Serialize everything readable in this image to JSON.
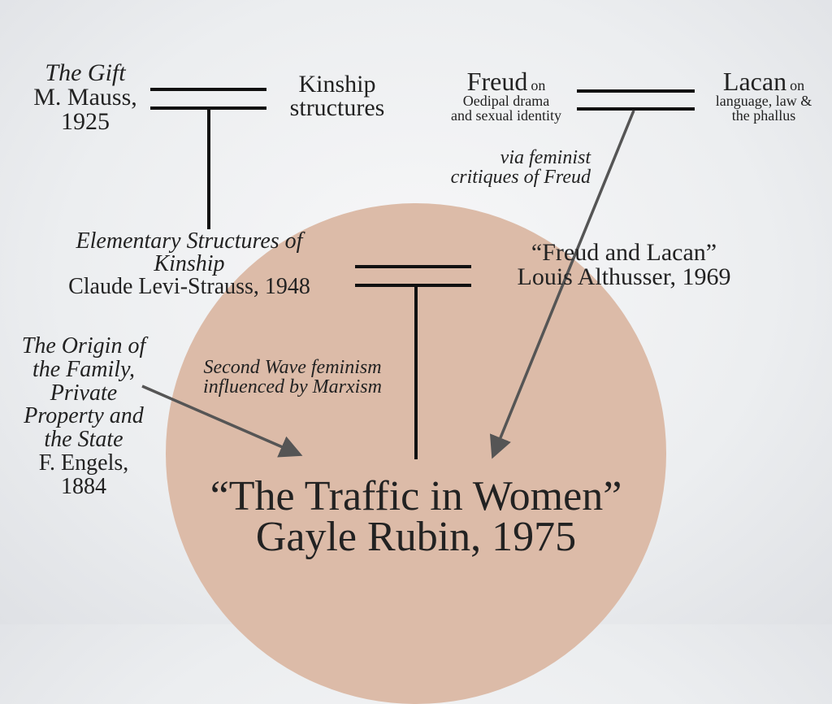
{
  "colors": {
    "circle": "#dcbba8",
    "line": "#111111",
    "arrow": "#555555"
  },
  "mauss": {
    "title": "The Gift",
    "author": "M. Mauss,",
    "year": "1925"
  },
  "kinship": {
    "line1": "Kinship",
    "line2": "structures"
  },
  "freud": {
    "name": "Freud",
    "on": "on",
    "line2": "Oedipal drama",
    "line3": "and sexual identity"
  },
  "lacan": {
    "name": "Lacan",
    "on": "on",
    "line2": "language, law &",
    "line3": "the phallus"
  },
  "via": {
    "line1": "via feminist",
    "line2": "critiques of Freud"
  },
  "levi_strauss": {
    "title1": "Elementary Structures of",
    "title2": "Kinship",
    "author": "Claude Levi-Strauss, 1948"
  },
  "althusser": {
    "title": "“Freud and Lacan”",
    "author": "Louis Althusser, 1969"
  },
  "engels": {
    "lines": [
      "The Origin of",
      "the Family,",
      "Private",
      "Property and",
      "the State"
    ],
    "author": "F. Engels,",
    "year": "1884"
  },
  "second_wave": {
    "line1": "Second Wave feminism",
    "line2": "influenced by Marxism"
  },
  "rubin": {
    "title": "“The Traffic in Women”",
    "author": "Gayle Rubin, 1975"
  }
}
